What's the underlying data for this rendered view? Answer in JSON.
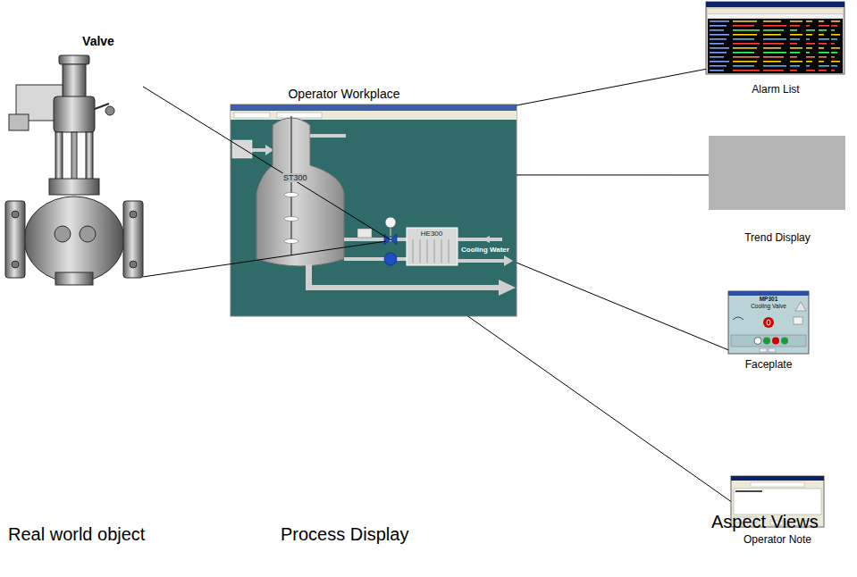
{
  "diagram": {
    "nodes": [
      {
        "text": [
          "Valve"
        ]
      },
      {
        "text": [
          "Operator Workplace"
        ]
      },
      {
        "text": [
          "Alarm List"
        ]
      },
      {
        "text": [
          "Trend Display"
        ]
      },
      {
        "text": [
          "Faceplate"
        ]
      },
      {
        "text": [
          "Operator Note"
        ]
      }
    ],
    "edges": [
      {
        "from": 0,
        "to": 1,
        "arrow": "none"
      },
      {
        "from": 0,
        "to": 1,
        "arrow": "none"
      },
      {
        "from": 1,
        "to": 2,
        "arrow": "none"
      },
      {
        "from": 1,
        "to": 3,
        "arrow": "none"
      },
      {
        "from": 1,
        "to": 4,
        "arrow": "none"
      },
      {
        "from": 1,
        "to": 5,
        "arrow": "none"
      }
    ],
    "labels": [
      "ST300",
      "HE300",
      "Cooling Water",
      "MP301",
      "Cooling Valve",
      "Real world object",
      "Process Display",
      "Aspect Views"
    ]
  }
}
